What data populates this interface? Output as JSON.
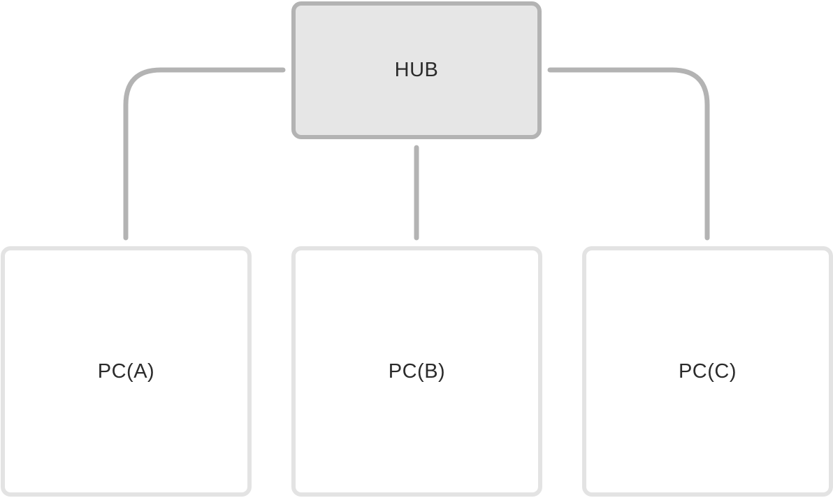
{
  "hub": {
    "label": "HUB"
  },
  "pcs": [
    {
      "label": "PC(A)"
    },
    {
      "label": "PC(B)"
    },
    {
      "label": "PC(C)"
    }
  ],
  "colors": {
    "hub_fill": "#e6e6e6",
    "hub_border": "#b3b3b3",
    "pc_border": "#e3e3e3",
    "connector": "#b3b3b3",
    "text": "#2b2b2b"
  }
}
